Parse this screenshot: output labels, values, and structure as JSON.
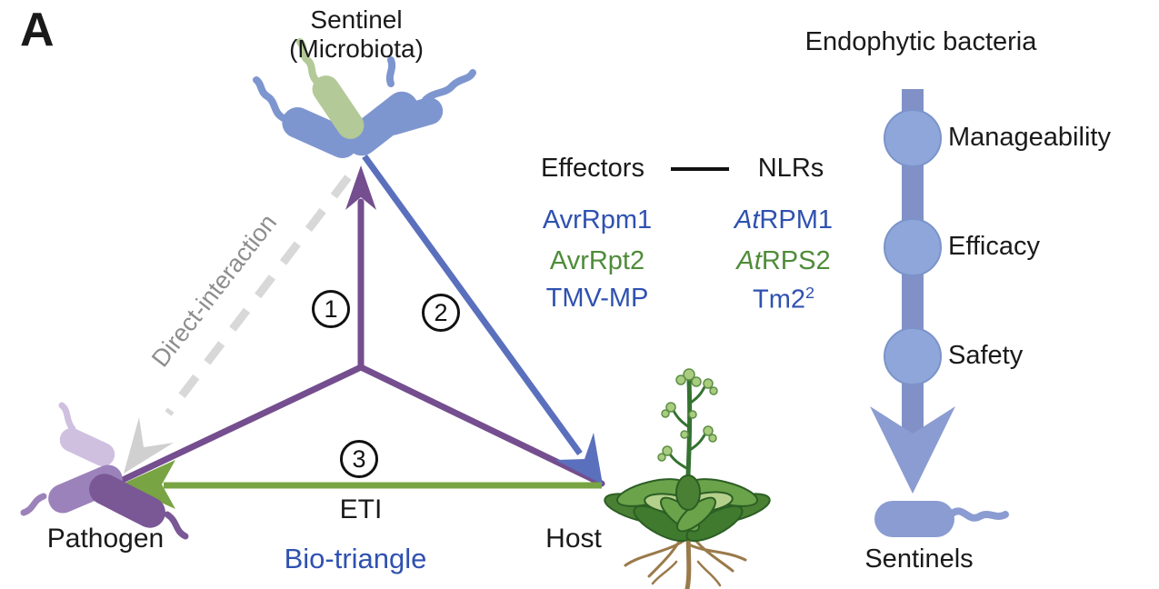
{
  "figure": {
    "panel_label": "A"
  },
  "bio_triangle": {
    "sentinel": {
      "line1": "Sentinel",
      "line2": "(Microbiota)"
    },
    "pathogen_label": "Pathogen",
    "host_label": "Host",
    "direct_interaction_label": "Direct-interaction",
    "eti_label": "ETI",
    "title": "Bio-triangle",
    "edge_numbers": [
      "1",
      "2",
      "3"
    ]
  },
  "effector_nlr_table": {
    "header_effectors": "Effectors",
    "header_nlrs": "NLRs",
    "rows": [
      {
        "effector": "AvrRpm1",
        "nlr_italic": "At",
        "nlr_rest": "RPM1",
        "color": "#2f51b0"
      },
      {
        "effector": "AvrRpt2",
        "nlr_italic": "At",
        "nlr_rest": "RPS2",
        "color": "#4f8c3a"
      },
      {
        "effector": "TMV-MP",
        "nlr_base": "Tm2",
        "nlr_sup": "2",
        "color": "#2f51b0"
      }
    ]
  },
  "pipeline": {
    "title": "Endophytic bacteria",
    "steps": [
      "Manageability",
      "Efficacy",
      "Safety"
    ],
    "result": "Sentinels"
  },
  "palette": {
    "arrow_blue": "#5a70bd",
    "arrow_green": "#78a443",
    "line_purple": "#744e8f",
    "dash_gray": "#d8d8d8",
    "gray_text": "#8d8d8d",
    "text_blue": "#2f51b0",
    "text_green": "#4f8c3a",
    "pipeline_bar_blue": "#8191c7",
    "pipeline_node_blue": "#8ea6d9",
    "sentinel_bacteria_blue": "#7e96cf",
    "sentinel_bacteria_green": "#b3c997",
    "pathogen_light": "#cfc0e0",
    "pathogen_mid": "#9c82bb",
    "pathogen_dark": "#7a5795"
  }
}
